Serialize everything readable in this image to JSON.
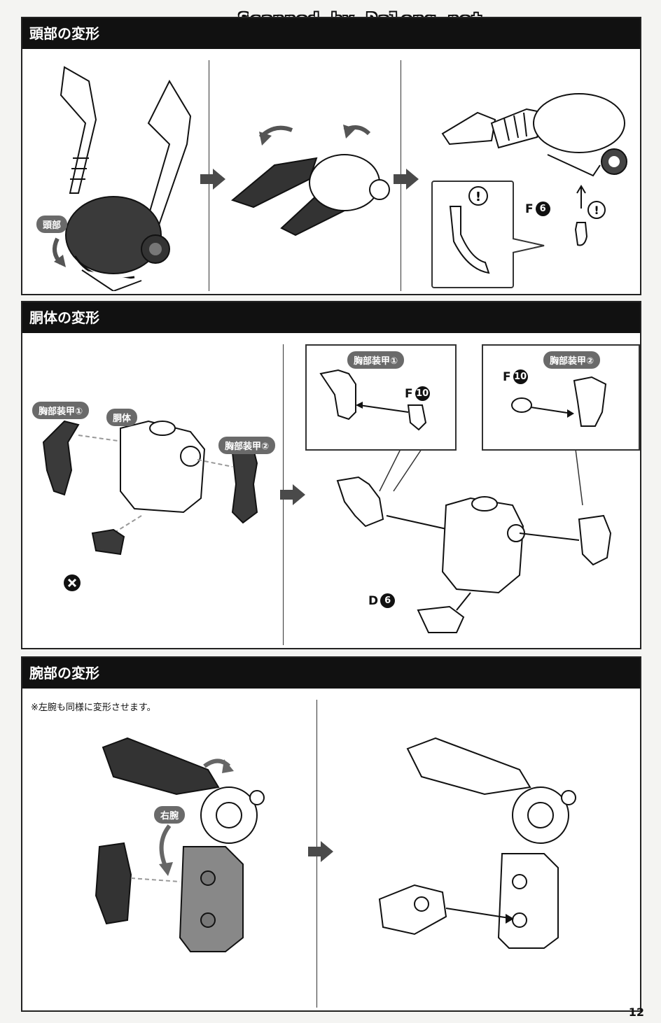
{
  "watermark": "Scanned by Dalong.net",
  "page_number": "12",
  "sections": {
    "head": {
      "title": "頭部の変形",
      "label_head": "頭部",
      "part_code": "F",
      "part_num": "6"
    },
    "torso": {
      "title": "胴体の変形",
      "label_armor1": "胸部装甲①",
      "label_body": "胴体",
      "label_armor2": "胸部装甲②",
      "inset1_label": "胸部装甲①",
      "inset1_code": "F",
      "inset1_num": "10",
      "inset2_label": "胸部装甲②",
      "inset2_code": "F",
      "inset2_num": "10",
      "part_d_code": "D",
      "part_d_num": "6"
    },
    "arm": {
      "title": "腕部の変形",
      "note": "※左腕も同様に変形させます。",
      "label_right_arm": "右腕"
    }
  },
  "icons": [
    "next-step-arrow-icon",
    "rotate-arrow-icon",
    "caution-icon",
    "prohibited-x-icon"
  ]
}
